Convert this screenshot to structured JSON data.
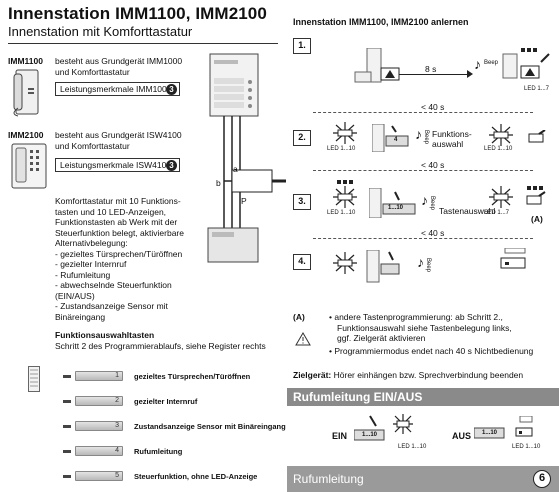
{
  "page": {
    "title": "Innenstation IMM1100, IMM2100",
    "subtitle": "Innenstation mit Komforttastatur"
  },
  "models": [
    {
      "name": "IMM1100",
      "description_line1": "besteht aus Grundgerät IMM1000",
      "description_line2": "und Komforttastatur",
      "feature_label": "Leistungsmerkmale IMM1000",
      "feature_num": "3"
    },
    {
      "name": "IMM2100",
      "description_line1": "besteht aus Grundgerät ISW4100",
      "description_line2": "und Komforttastatur",
      "feature_label": "Leistungsmerkmale ISW4100",
      "feature_num": "3"
    }
  ],
  "diagram": {
    "label_a": "a",
    "label_b": "b",
    "label_p": "P"
  },
  "intro": {
    "lines": [
      "Komforttastatur mit 10 Funktions-",
      "tasten und 10 LED-Anzeigen,",
      "Funktionstasten ab Werk mit der",
      "Steuerfunktion belegt, aktivierbare",
      "Alternativbelegung:"
    ],
    "items": [
      "- gezieltes Türsprechen/Türöffnen",
      "- gezielter Internruf",
      "- Rufumleitung",
      "- abwechselnde Steuerfunktion (EIN/AUS)",
      "- Zustandsanzeige Sensor mit Binäreingang"
    ]
  },
  "function_keys": {
    "title": "Funktionsauswahltasten",
    "subtitle": "Schritt 2 des Programmierablaufs, siehe Register rechts",
    "rows": [
      {
        "num": "1",
        "label": "gezieltes Türsprechen/Türöffnen"
      },
      {
        "num": "2",
        "label": "gezielter Internruf"
      },
      {
        "num": "3",
        "label": "Zustandsanzeige Sensor mit Binäreingang"
      },
      {
        "num": "4",
        "label": "Rufumleitung"
      },
      {
        "num": "5",
        "label": "Steuerfunktion, ohne LED-Anzeige"
      }
    ]
  },
  "programming": {
    "title": "Innenstation IMM1100, IMM2100 anlernen",
    "steps": [
      "1.",
      "2.",
      "3.",
      "4."
    ],
    "time_8s": "8 s",
    "beep": "Beep",
    "led_1_7": "LED 1...7",
    "led_1_10": "LED 1...10",
    "time_40s": "< 40 s",
    "funktionsauswahl_line1": "Funktions-",
    "funktionsauswahl_line2": "auswahl",
    "tastenauswahl": "Tastenauswahl",
    "key_1_10": "1...10",
    "key_4": "4",
    "marker_a": "(A)"
  },
  "notes": {
    "marker": "(A)",
    "note1_line1": "andere Tastenprogrammierung: ab Schritt 2.,",
    "note1_line2": "Funktionsauswahl siehe Tastenbelegung links,",
    "note1_line3": "ggf. Zielgerät aktivieren",
    "note2": "Programmiermodus endet nach 40 s Nichtbedienung",
    "ziel_label": "Zielgerät:",
    "ziel_text": " Hörer einhängen bzw. Sprechverbindung beenden"
  },
  "rufumleitung": {
    "banner": "Rufumleitung EIN/AUS",
    "ein": "EIN",
    "aus": "AUS",
    "key": "1...10",
    "led": "LED 1...10"
  },
  "footer": {
    "label": "Rufumleitung",
    "page_num": "6"
  },
  "colors": {
    "banner_gray": "#8a8a8a",
    "footer_gray": "#9a9a9a"
  }
}
